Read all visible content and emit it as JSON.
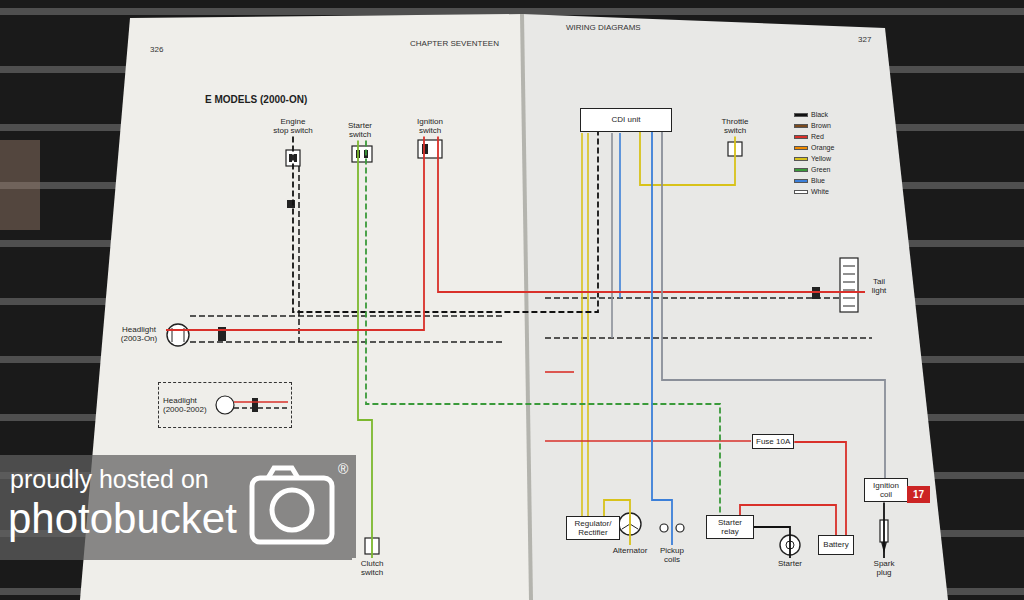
{
  "diagram": {
    "nodes": [
      {
        "text": [
          "Engine stop switch"
        ]
      },
      {
        "text": [
          "Starter switch"
        ]
      },
      {
        "text": [
          "Ignition switch"
        ]
      },
      {
        "text": [
          "Headlight (2003-On)"
        ]
      },
      {
        "text": [
          "Headlight (2000-2002)"
        ]
      },
      {
        "text": [
          "Clutch switch"
        ]
      },
      {
        "text": [
          "CDI unit"
        ]
      },
      {
        "text": [
          "Throttle switch"
        ]
      },
      {
        "text": [
          "Tail light"
        ]
      },
      {
        "text": [
          "Fuse 10A"
        ]
      },
      {
        "text": [
          "Regulator/ Rectifier"
        ]
      },
      {
        "text": [
          "Alternator"
        ]
      },
      {
        "text": [
          "Pickup coils"
        ]
      },
      {
        "text": [
          "Starter relay"
        ]
      },
      {
        "text": [
          "Starter"
        ]
      },
      {
        "text": [
          "Battery"
        ]
      },
      {
        "text": [
          "Ignition coil"
        ]
      },
      {
        "text": [
          "Spark plug"
        ]
      }
    ],
    "edges": [
      {
        "from": 0,
        "to": 6,
        "arrow": "none"
      },
      {
        "from": 1,
        "to": 5,
        "arrow": "none"
      },
      {
        "from": 1,
        "to": 13,
        "arrow": "none"
      },
      {
        "from": 2,
        "to": 3,
        "arrow": "none"
      },
      {
        "from": 2,
        "to": 8,
        "arrow": "none"
      },
      {
        "from": 6,
        "to": 7,
        "arrow": "none"
      },
      {
        "from": 6,
        "to": 12,
        "arrow": "none"
      },
      {
        "from": 6,
        "to": 16,
        "arrow": "none"
      },
      {
        "from": 10,
        "to": 11,
        "arrow": "none"
      },
      {
        "from": 13,
        "to": 14,
        "arrow": "none"
      },
      {
        "from": 13,
        "to": 15,
        "arrow": "none"
      },
      {
        "from": 9,
        "to": 15,
        "arrow": "none"
      },
      {
        "from": 16,
        "to": 17,
        "arrow": "none"
      }
    ],
    "labels": [
      "326",
      "CHAPTER SEVENTEEN",
      "E MODELS (2000-ON)",
      "WIRING DIAGRAMS",
      "327",
      "17",
      "proudly hosted on",
      "photobucket",
      "®"
    ],
    "legend": [
      {
        "text": "Black"
      },
      {
        "text": "Brown"
      },
      {
        "text": "Red"
      },
      {
        "text": "Orange"
      },
      {
        "text": "Yellow"
      },
      {
        "text": "Green"
      },
      {
        "text": "Blue"
      },
      {
        "text": "White"
      }
    ]
  }
}
